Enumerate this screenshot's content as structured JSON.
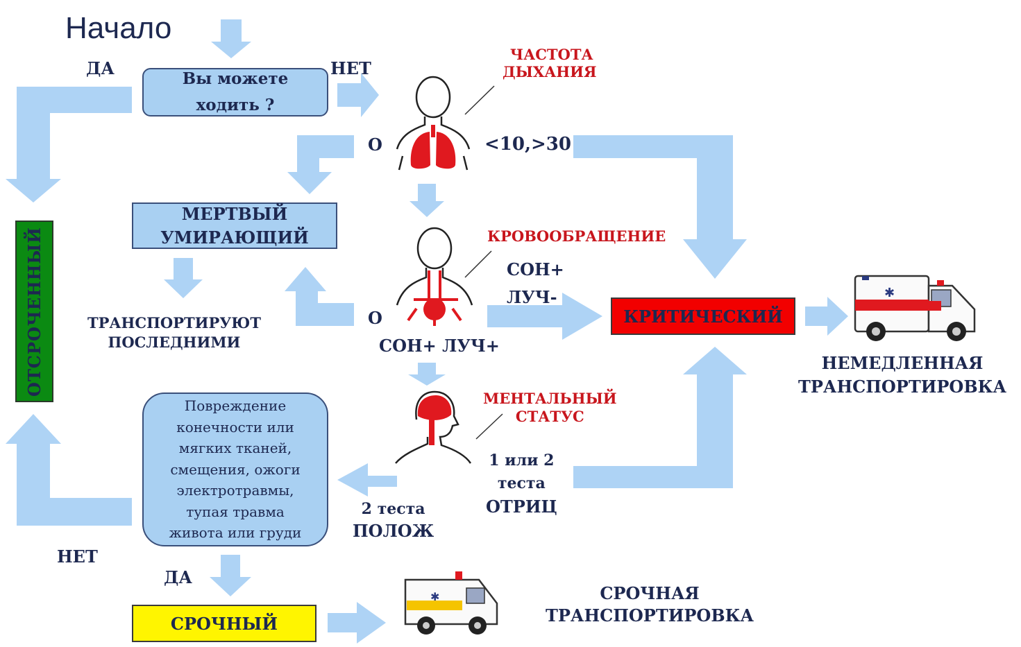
{
  "title": "Начало",
  "question": {
    "line1": "Вы можете",
    "line2": "ходить ?"
  },
  "yes_top": "ДА",
  "no_top": "НЕТ",
  "delayed": "ОТСРОЧЕННЫЙ",
  "breathing": {
    "label_line1": "ЧАСТОТА",
    "label_line2": "ДЫХАНИЯ",
    "zero": "О",
    "range": "<10,>30"
  },
  "dead": {
    "line1": "МЕРТВЫЙ",
    "line2": "УМИРАЮЩИЙ"
  },
  "transport_last": {
    "line1": "ТРАНСПОРТИРУЮТ",
    "line2": "ПОСЛЕДНИМИ"
  },
  "circulation": {
    "label": "КРОВООБРАЩЕНИЕ",
    "zero": "О",
    "son_plus": "СОН+",
    "luch_minus": "ЛУЧ-",
    "son_luch_plus": "СОН+ ЛУЧ+"
  },
  "critical": "КРИТИЧЕСКИЙ",
  "immediate": {
    "line1": "НЕМЕДЛЕННАЯ",
    "line2": "ТРАНСПОРТИРОВКА"
  },
  "mental": {
    "label_line1": "МЕНТАЛЬНЫЙ",
    "label_line2": "СТАТУС",
    "neg_line1": "1 или 2",
    "neg_line2": "теста",
    "neg_line3": "ОТРИЦ",
    "pos_line1": "2 теста",
    "pos_line2": "ПОЛОЖ"
  },
  "injury": {
    "lines": [
      "Повреждение",
      "конечности или",
      "мягких тканей,",
      "смещения, ожоги",
      "электротравмы,",
      "тупая травма",
      "живота или груди"
    ]
  },
  "no_bottom": "НЕТ",
  "yes_bottom": "ДА",
  "urgent": "СРОЧНЫЙ",
  "urgent_transport": {
    "line1": "СРОЧНАЯ",
    "line2": "ТРАНСПОРТИРОВКА"
  },
  "colors": {
    "arrow": "#aed3f5",
    "box_fill": "#a9d0f2",
    "critical": "#f20000",
    "urgent": "#fff500",
    "delayed": "#0b8a12",
    "accent_red": "#c8161d"
  }
}
